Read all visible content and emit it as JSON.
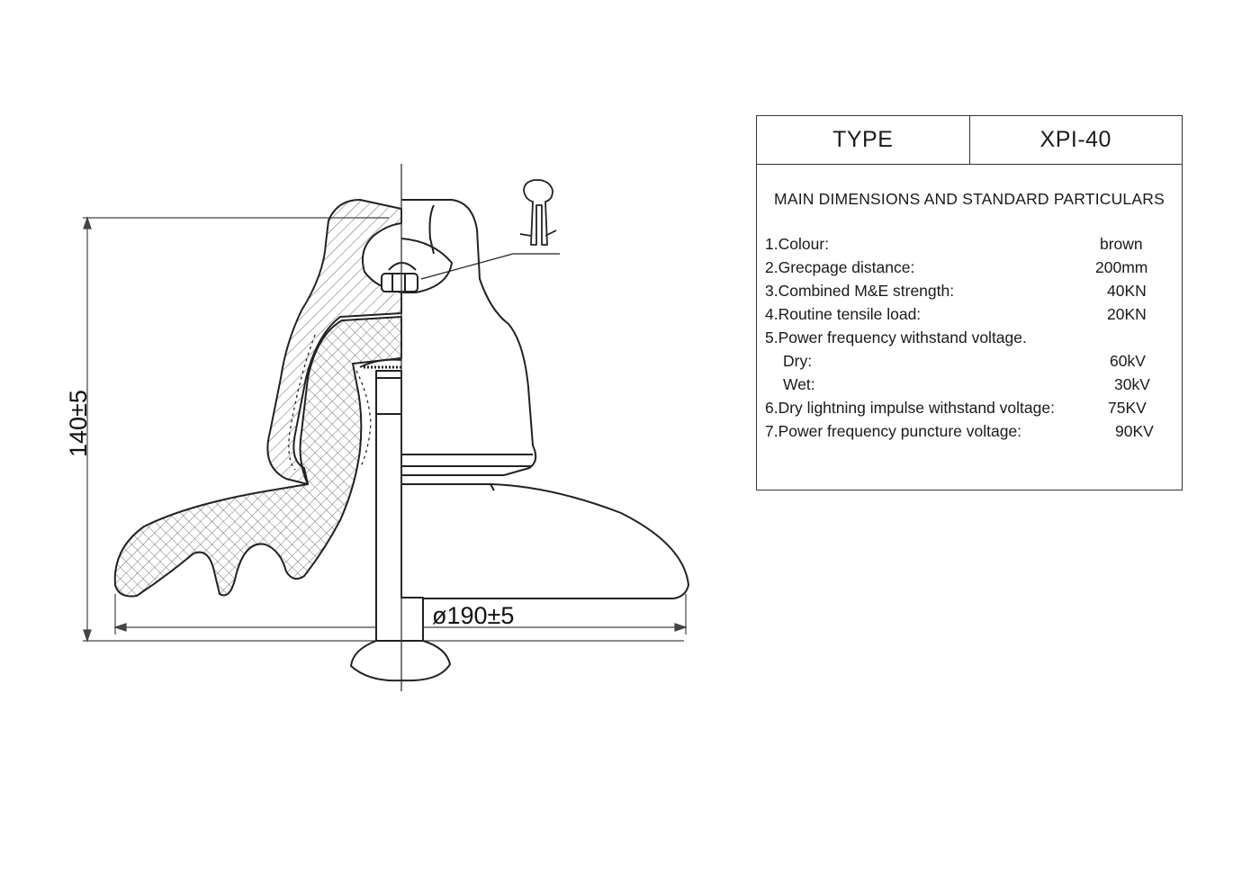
{
  "drawing": {
    "height_dimension": "140±5",
    "diameter_dimension": "ø190±5"
  },
  "table": {
    "type_label": "TYPE",
    "type_value": "XPI-40",
    "section_title": "MAIN DIMENSIONS AND STANDARD PARTICULARS",
    "rows": [
      {
        "label": "1.Colour:",
        "value": "brown"
      },
      {
        "label": "2.Grecpage distance:",
        "value": "200mm"
      },
      {
        "label": "3.Combined M&E strength:",
        "value": "40KN"
      },
      {
        "label": "4.Routine tensile load:",
        "value": "20KN"
      },
      {
        "label": "5.Power frequency withstand voltage.",
        "value": ""
      },
      {
        "label": "Dry:",
        "value": "60kV"
      },
      {
        "label": "Wet:",
        "value": "30kV"
      },
      {
        "label": "6.Dry lightning impulse withstand voltage:",
        "value": "75KV"
      },
      {
        "label": "7.Power frequency puncture voltage:",
        "value": "90KV"
      }
    ]
  }
}
